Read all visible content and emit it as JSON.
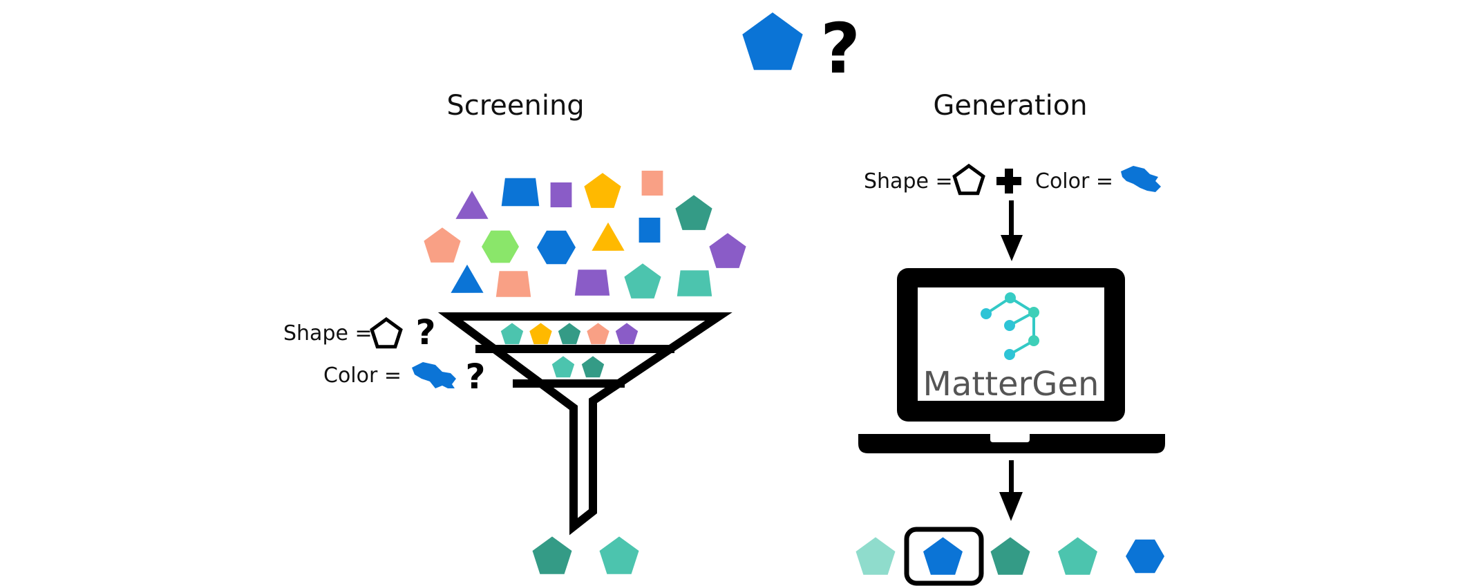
{
  "header": {
    "target_shape": "pentagon",
    "target_color": "#0b74d6",
    "question_mark": "?"
  },
  "screening": {
    "title": "Screening",
    "criteria": [
      {
        "label": "Shape =",
        "icon": "pentagon-outline-icon",
        "suffix": "?"
      },
      {
        "label": "Color =",
        "icon": "blue-paint-splash-icon",
        "suffix": "?"
      }
    ],
    "candidate_pool": [
      {
        "shape": "triangle",
        "color": "#8a5cc7"
      },
      {
        "shape": "trapezoid",
        "color": "#0b74d6"
      },
      {
        "shape": "square",
        "color": "#8a5cc7"
      },
      {
        "shape": "pentagon",
        "color": "#ffb900"
      },
      {
        "shape": "square",
        "color": "#f9a085"
      },
      {
        "shape": "pentagon",
        "color": "#349b86"
      },
      {
        "shape": "pentagon",
        "color": "#f9a085"
      },
      {
        "shape": "hexagon",
        "color": "#8ae66a"
      },
      {
        "shape": "hexagon",
        "color": "#0b74d6"
      },
      {
        "shape": "triangle",
        "color": "#ffb900"
      },
      {
        "shape": "square",
        "color": "#0b74d6"
      },
      {
        "shape": "pentagon",
        "color": "#8a5cc7"
      },
      {
        "shape": "triangle",
        "color": "#0b74d6"
      },
      {
        "shape": "trapezoid",
        "color": "#f9a085"
      },
      {
        "shape": "trapezoid",
        "color": "#8a5cc7"
      },
      {
        "shape": "pentagon",
        "color": "#4cc4ae"
      },
      {
        "shape": "trapezoid",
        "color": "#4cc4ae"
      }
    ],
    "filter_stage_1": [
      "#4cc4ae",
      "#ffb900",
      "#349b86",
      "#f9a085",
      "#8a5cc7"
    ],
    "filter_stage_2": [
      "#4cc4ae",
      "#349b86"
    ],
    "output": [
      "#349b86",
      "#4cc4ae"
    ]
  },
  "generation": {
    "title": "Generation",
    "condition": {
      "shape_label": "Shape =",
      "shape_icon": "pentagon-outline-icon",
      "plus": "+",
      "color_label": "Color =",
      "color_icon": "blue-paint-splash-icon"
    },
    "model_name": "MatterGen",
    "logo_colors": [
      "#2ec4d6",
      "#3ecfb8"
    ],
    "outputs": [
      {
        "shape": "pentagon",
        "color": "#8fdccc",
        "selected": false
      },
      {
        "shape": "pentagon",
        "color": "#0b74d6",
        "selected": true
      },
      {
        "shape": "pentagon",
        "color": "#349b86",
        "selected": false
      },
      {
        "shape": "pentagon",
        "color": "#4cc4ae",
        "selected": false
      },
      {
        "shape": "hexagon",
        "color": "#0b74d6",
        "selected": false
      }
    ]
  }
}
